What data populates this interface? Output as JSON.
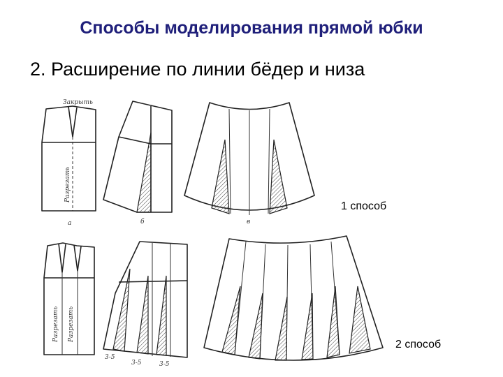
{
  "slide": {
    "title": "Способы моделирования прямой юбки",
    "subtitle": "2. Расширение по линии бёдер и низа"
  },
  "methods": {
    "first_label": "1 способ",
    "second_label": "2 способ"
  },
  "sketch_notes": {
    "close_dart": "Закрыть",
    "cut_1": "Разрезать",
    "cut_2": "Разрезать",
    "cut_3": "Разрезать",
    "letter_a": "а",
    "letter_b": "б",
    "letter_v": "в",
    "mark_1": "3-5",
    "mark_2": "3-5",
    "mark_3": "3-5"
  },
  "colors": {
    "title": "#1f1f7a",
    "text": "#000000",
    "lines": "#222222"
  }
}
